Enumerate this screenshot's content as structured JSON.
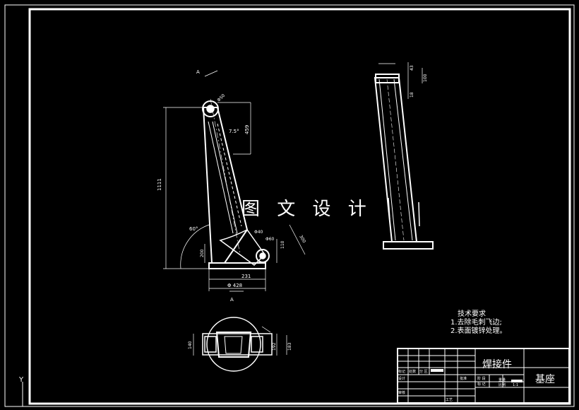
{
  "watermark": "图 文 设 计",
  "technical_requirements": {
    "heading": "技术要求",
    "items": [
      "1.去除毛刺飞边;",
      "2.表面镀锌处理。"
    ]
  },
  "title_block": {
    "part_type": "焊接件",
    "part_name": "基座",
    "row_labels": [
      "标记",
      "处数",
      "分 区",
      "设计",
      "审核",
      "工艺"
    ],
    "small_labels": [
      "阶 段",
      "标 记",
      "重量",
      "比例",
      "1:1",
      "批准"
    ]
  },
  "dimensions": {
    "overall_height": "1111",
    "upper_length": "459",
    "angle_top": "7.5°",
    "angle_bottom": "60°",
    "pin_dia_top": "Φ50",
    "pin_dia": "Φ40",
    "hole_dia": "Φ60",
    "height_left": "200",
    "height_right": "110",
    "slope_len": "300",
    "base_width_inner": "231",
    "base_width": "Φ 428",
    "section_label": "A",
    "plan_dim_left": "140",
    "plan_dim_right": "192",
    "plan_dim_right2": "183",
    "side_dim_top1": "43",
    "side_dim_top2": "18",
    "side_dim_top3": "100"
  },
  "axis_label": "Y"
}
